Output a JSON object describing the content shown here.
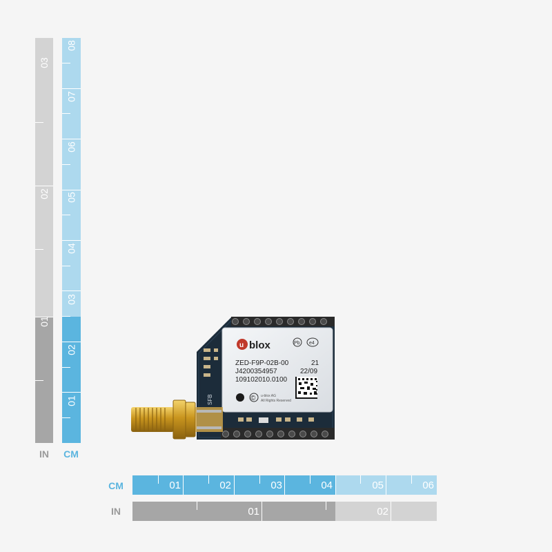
{
  "rulers": {
    "vertical_in": {
      "unit_label": "IN",
      "numbers": [
        "03",
        "02",
        "01"
      ]
    },
    "vertical_cm": {
      "unit_label": "CM",
      "numbers": [
        "08",
        "07",
        "06",
        "05",
        "04",
        "03",
        "02",
        "01"
      ]
    },
    "horizontal_cm": {
      "unit_label": "CM",
      "numbers": [
        "01",
        "02",
        "03",
        "04",
        "05",
        "06"
      ]
    },
    "horizontal_in": {
      "unit_label": "IN",
      "numbers": [
        "01",
        "02"
      ]
    }
  },
  "colors": {
    "in_dark": "#a6a6a6",
    "in_light": "#d3d3d3",
    "cm_dark": "#5bb5df",
    "cm_light": "#add9ee",
    "unit_label_in": "#9a9a9a",
    "unit_label_cm": "#5bb5df",
    "pcb": "#1c2c3a",
    "module_shield": "#e7eaee",
    "connector_gold": "#d4a52a"
  },
  "module_label": {
    "brand": "u-blox",
    "model": "ZED-F9P-02B-00",
    "code_right": "21",
    "serial": "J4200354957",
    "date": "22/09",
    "part": "109102010.0100",
    "footer_line1": "u-blox AG",
    "footer_line2": "All Rights Reserved",
    "pb_mark": "Pb",
    "e4_mark": "e4",
    "copyright_mark": "©"
  },
  "pcb_silkscreen": "SFB"
}
